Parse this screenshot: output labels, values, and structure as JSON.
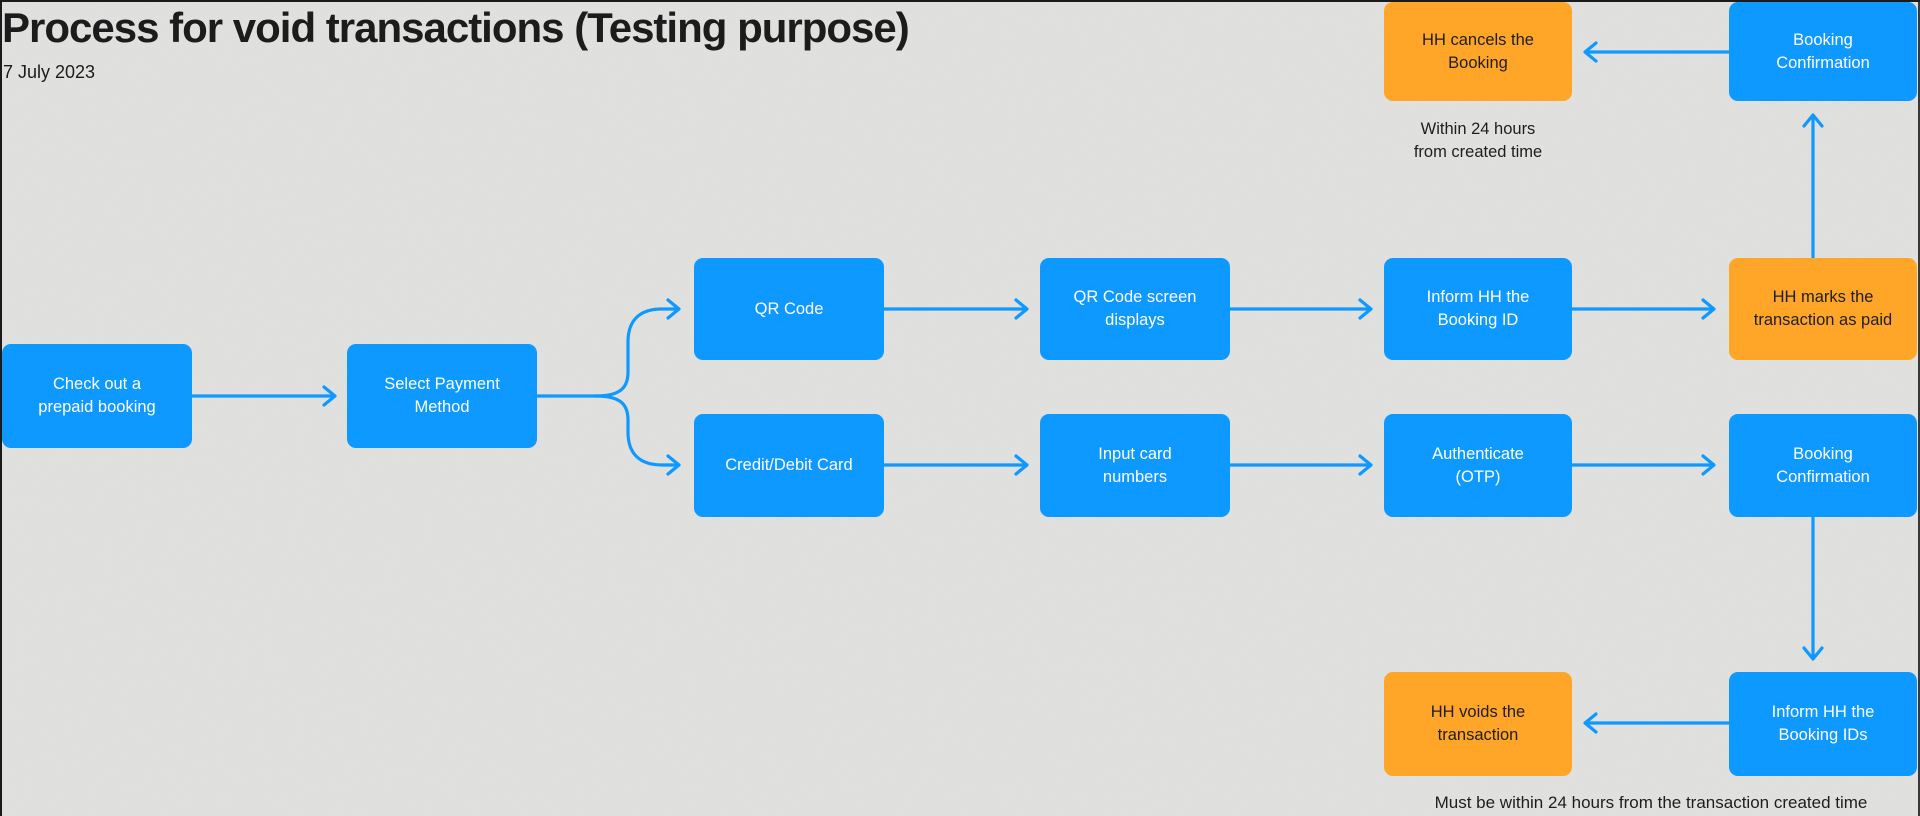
{
  "header": {
    "title": "Process for void transactions (Testing purpose)",
    "date": "7 July 2023"
  },
  "colors": {
    "node_blue": "#0d99ff",
    "node_orange": "#ffa629",
    "connector_blue": "#0d99ff",
    "canvas_background": "#e4e4e3",
    "text_on_blue": "#ffffff",
    "text_on_orange": "#1e1e1e",
    "text_dark": "#1c1c1c"
  },
  "nodes": {
    "checkout": {
      "label": "Check out a\nprepaid booking"
    },
    "select_payment": {
      "label": "Select Payment\nMethod"
    },
    "qr_code": {
      "label": "QR Code"
    },
    "credit_debit": {
      "label": "Credit/Debit Card"
    },
    "qr_screen": {
      "label": "QR Code screen\ndisplays"
    },
    "input_card": {
      "label": "Input card\nnumbers"
    },
    "inform_booking_id": {
      "label": "Inform HH the\nBooking ID"
    },
    "authenticate": {
      "label": "Authenticate\n(OTP)"
    },
    "hh_marks_paid": {
      "label": "HH marks the\ntransaction as paid"
    },
    "booking_confirmation_card": {
      "label": "Booking\nConfirmation"
    },
    "booking_confirmation_top": {
      "label": "Booking\nConfirmation"
    },
    "hh_cancels": {
      "label": "HH cancels the\nBooking"
    },
    "hh_voids": {
      "label": "HH voids the\ntransaction"
    },
    "inform_booking_ids": {
      "label": "Inform HH the\nBooking IDs"
    }
  },
  "annotations": {
    "within_24": "Within 24 hours\nfrom created time",
    "must_within_24": "Must be within 24 hours from the transaction created time"
  }
}
